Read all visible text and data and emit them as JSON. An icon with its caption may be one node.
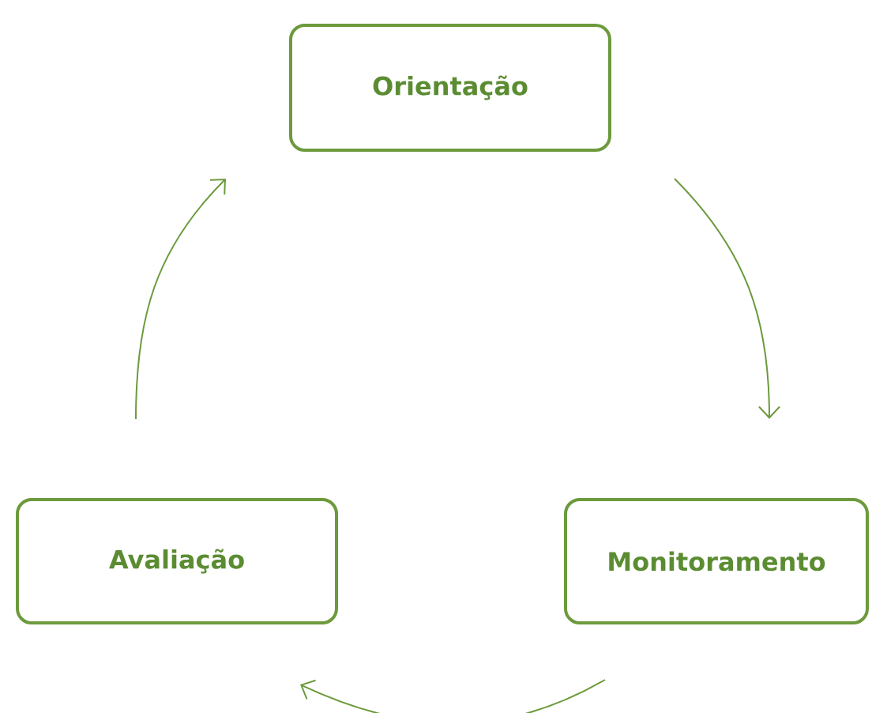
{
  "diagram": {
    "nodes": [
      {
        "text": [
          "Orientação"
        ]
      },
      {
        "text": [
          "Monitoramento"
        ]
      },
      {
        "text": [
          "Avaliação"
        ]
      }
    ],
    "edges": [
      {
        "from": 0,
        "to": 1,
        "arrow": "to"
      },
      {
        "from": 1,
        "to": 2,
        "arrow": "to"
      },
      {
        "from": 2,
        "to": 0,
        "arrow": "to"
      }
    ]
  }
}
